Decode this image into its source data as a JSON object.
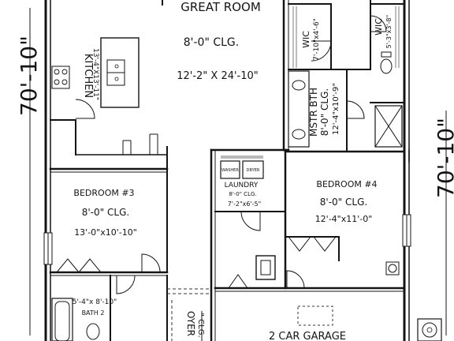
{
  "plan": {
    "dimensions": {
      "left": "70'-10\"",
      "right": "70'-10\""
    },
    "rooms": {
      "great_room": {
        "name": "GREAT ROOM",
        "ceiling": "8'-0\" CLG.",
        "size": "12'-2\" X 24'-10\""
      },
      "kitchen": {
        "name": "KITCHEN",
        "size": "13'-4\"X13'-11\""
      },
      "wic1": {
        "name": "WIC",
        "size": "7'-10\"x4'-6\""
      },
      "wic2": {
        "name": "WIC",
        "size": "5'-3\"x3'-8\""
      },
      "master_bath": {
        "name": "MSTR BTH",
        "ceiling": "8'-0\" CLG.",
        "size": "12'-4\"x10'-9\""
      },
      "bedroom3": {
        "name": "BEDROOM #3",
        "ceiling": "8'-0\" CLG.",
        "size": "13'-0\"x10'-10\""
      },
      "bedroom4": {
        "name": "BEDROOM #4",
        "ceiling": "8'-0\" CLG.",
        "size": "12'-4\"x11'-0\""
      },
      "laundry": {
        "name": "LAUNDRY",
        "ceiling": "8'-0\" CLG.",
        "size": "7'-2\"x6'-5\"",
        "washer": "WASHER",
        "dryer": "DRYER"
      },
      "bath2": {
        "name": "BATH 2",
        "size": "5'-4\"x 8'-10\""
      },
      "foyer": {
        "name": "OYER",
        "ceiling": "\" CLG."
      },
      "garage": {
        "name": "2 CAR GARAGE"
      }
    }
  }
}
